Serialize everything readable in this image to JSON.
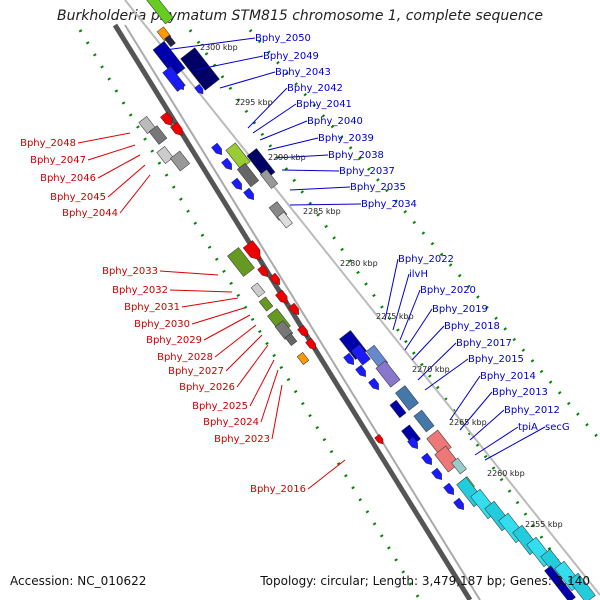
{
  "title": "Burkholderia phymatum STM815 chromosome 1, complete sequence",
  "footer": {
    "accession": "Accession: NC_010622",
    "summary": "Topology: circular; Length: 3,479,187 bp; Genes: 3,140"
  },
  "colors": {
    "forward": "#0000cc",
    "reverse": "#dd0000",
    "backbone": "#888888",
    "gc_dots": "#008800"
  },
  "kbp_labels": [
    "2300 kbp",
    "2295 kbp",
    "2290 kbp",
    "2285 kbp",
    "2280 kbp",
    "2275 kbp",
    "2270 kbp",
    "2265 kbp",
    "2260 kbp",
    "2255 kbp"
  ],
  "forward_genes": [
    "Bphy_2050",
    "Bphy_2049",
    "Bphy_2043",
    "Bphy_2042",
    "Bphy_2041",
    "Bphy_2040",
    "Bphy_2039",
    "Bphy_2038",
    "Bphy_2037",
    "Bphy_2035",
    "Bphy_2034",
    "Bphy_2022",
    "ilvH",
    "Bphy_2020",
    "Bphy_2019",
    "Bphy_2018",
    "Bphy_2017",
    "Bphy_2015",
    "Bphy_2014",
    "Bphy_2013",
    "Bphy_2012",
    "tpiA",
    "secG"
  ],
  "reverse_genes": [
    "Bphy_2048",
    "Bphy_2047",
    "Bphy_2046",
    "Bphy_2045",
    "Bphy_2044",
    "Bphy_2033",
    "Bphy_2032",
    "Bphy_2031",
    "Bphy_2030",
    "Bphy_2029",
    "Bphy_2028",
    "Bphy_2027",
    "Bphy_2026",
    "Bphy_2025",
    "Bphy_2024",
    "Bphy_2023",
    "Bphy_2016"
  ]
}
